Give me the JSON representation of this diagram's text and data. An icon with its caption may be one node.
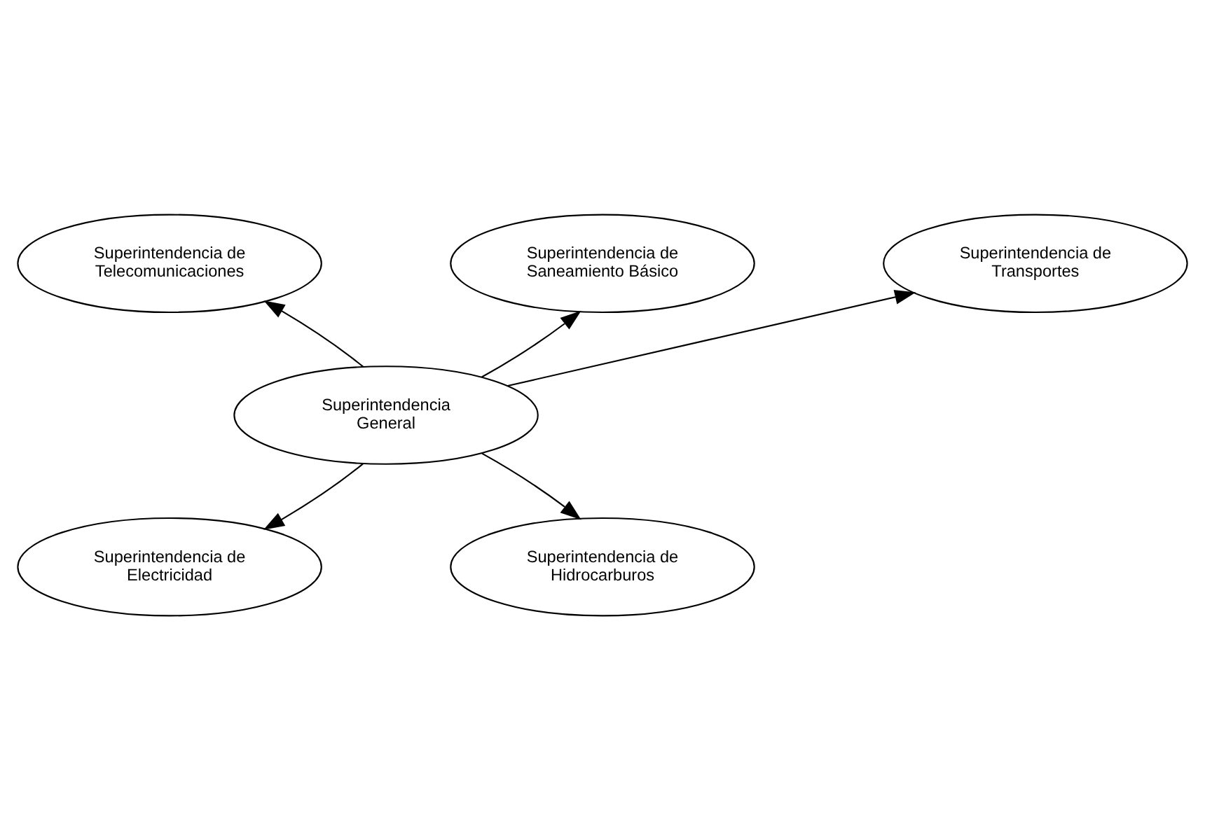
{
  "diagram": {
    "nodes": [
      {
        "text": [
          "Superintendencia de Telecomunicaciones"
        ]
      },
      {
        "text": [
          "Superintendencia de Saneamiento Básico"
        ]
      },
      {
        "text": [
          "Superintendencia General"
        ]
      },
      {
        "text": [
          "Superintendencia de Electricidad"
        ]
      },
      {
        "text": [
          "Superintendencia de Hidrocarburos"
        ]
      },
      {
        "text": [
          "Superintendencia de Transportes"
        ]
      }
    ],
    "edges": [
      {
        "from": 2,
        "to": 0,
        "arrow": "to"
      },
      {
        "from": 2,
        "to": 1,
        "arrow": "to"
      },
      {
        "from": 2,
        "to": 3,
        "arrow": "to"
      },
      {
        "from": 2,
        "to": 4,
        "arrow": "to"
      },
      {
        "from": 2,
        "to": 5,
        "arrow": "to"
      }
    ]
  }
}
